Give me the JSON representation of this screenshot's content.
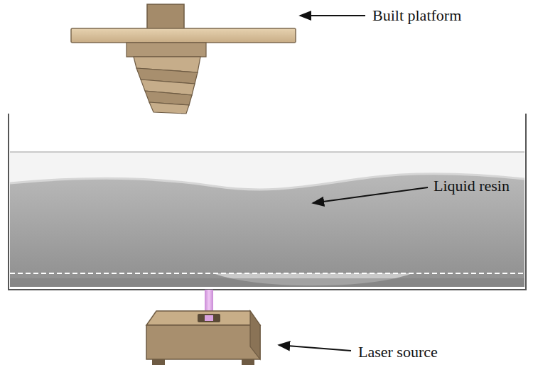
{
  "diagram": {
    "labels": [
      "Built platform",
      "Liquid resin",
      "Laser source"
    ]
  }
}
